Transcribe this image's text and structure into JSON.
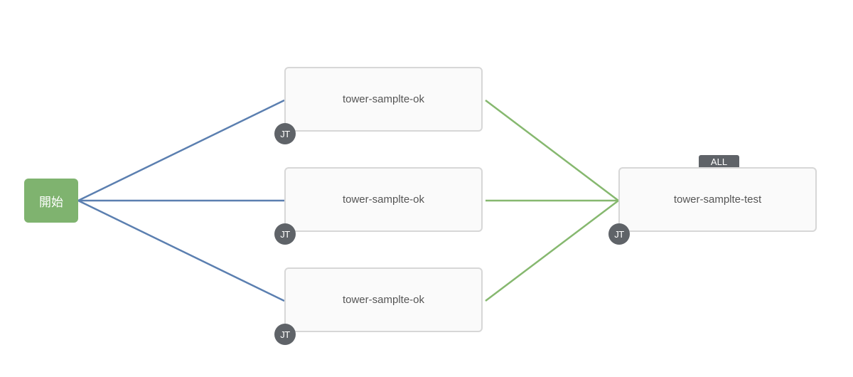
{
  "colors": {
    "start_node": "#7fb36f",
    "start_edge": "#5b7fb0",
    "success_edge": "#86b86f",
    "badge": "#5f6368",
    "node_border": "#d7d7d7",
    "node_bg": "#fafafa"
  },
  "workflow": {
    "start": {
      "label": "開始"
    },
    "nodes": [
      {
        "label": "tower-samplte-ok",
        "badge": "JT"
      },
      {
        "label": "tower-samplte-ok",
        "badge": "JT"
      },
      {
        "label": "tower-samplte-ok",
        "badge": "JT"
      },
      {
        "label": "tower-samplte-test",
        "badge": "JT",
        "convergence": "ALL"
      }
    ],
    "edges": [
      {
        "from": "start",
        "to": 0,
        "type": "always"
      },
      {
        "from": "start",
        "to": 1,
        "type": "always"
      },
      {
        "from": "start",
        "to": 2,
        "type": "always"
      },
      {
        "from": 0,
        "to": 3,
        "type": "success"
      },
      {
        "from": 1,
        "to": 3,
        "type": "success"
      },
      {
        "from": 2,
        "to": 3,
        "type": "success"
      }
    ]
  }
}
